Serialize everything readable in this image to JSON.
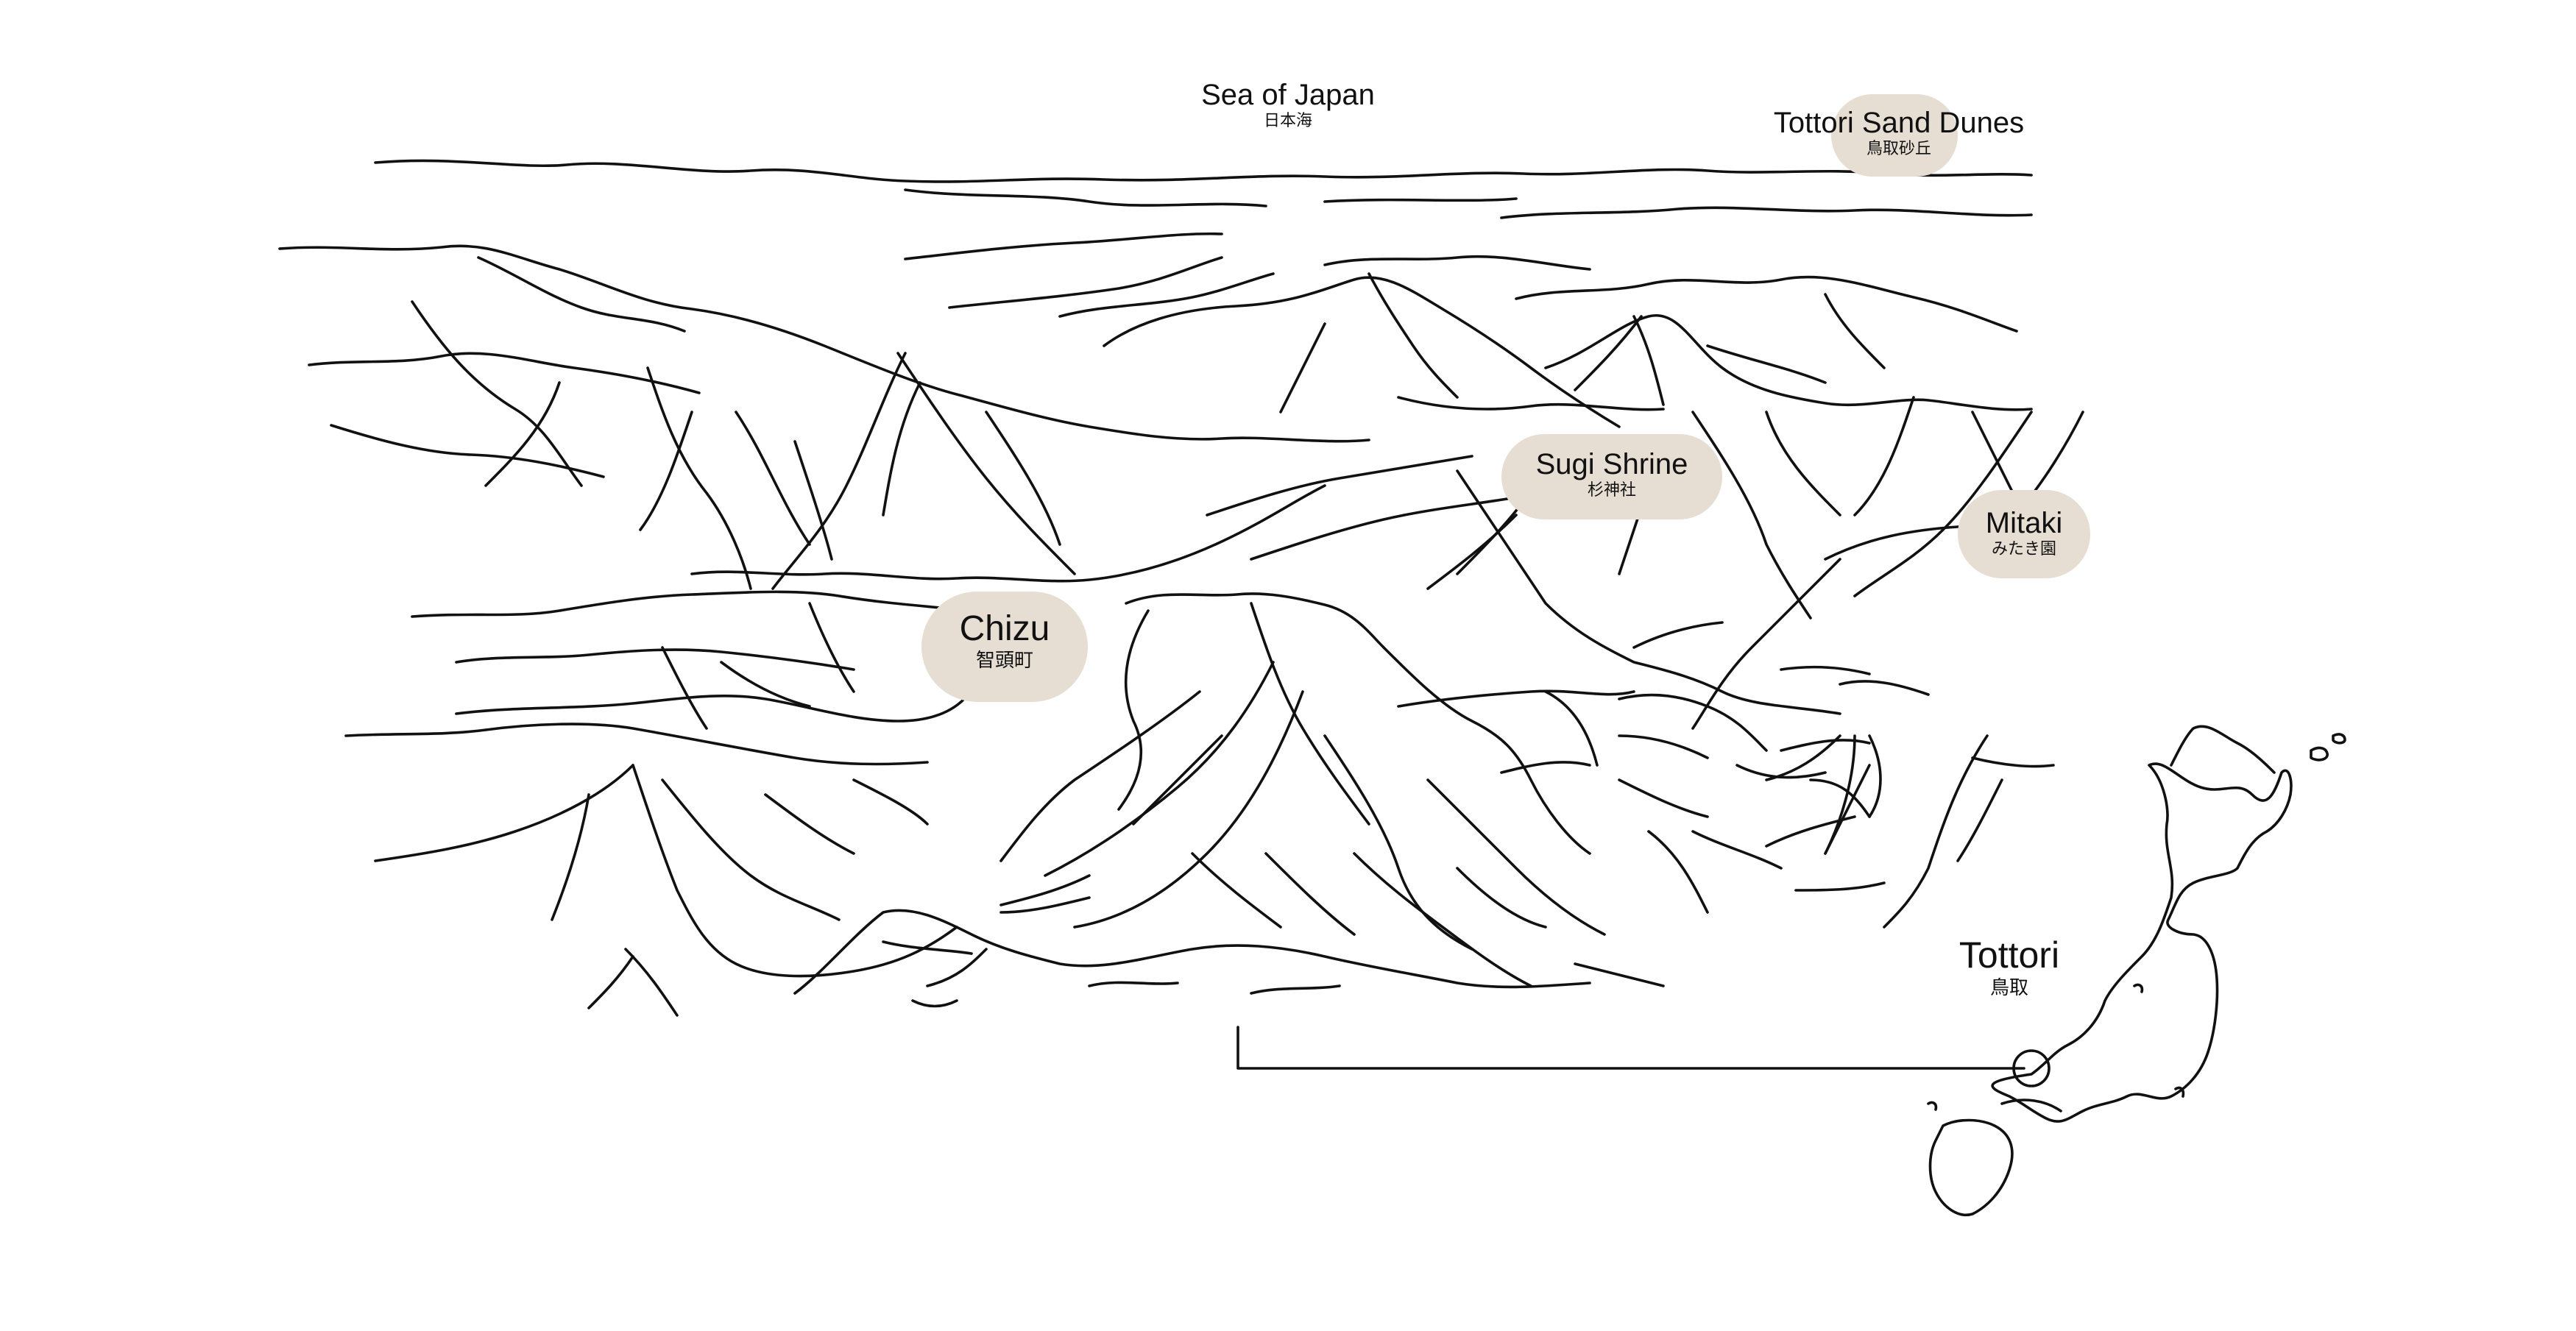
{
  "map": {
    "accent_color": "#e6ddd3",
    "line_color": "#111111",
    "region_marker_icon": "circle-marker-icon"
  },
  "labels": {
    "sea": {
      "en": "Sea of Japan",
      "ja": "日本海"
    },
    "sand_dunes": {
      "en": "Tottori Sand Dunes",
      "ja": "鳥取砂丘"
    },
    "sugi_shrine": {
      "en": "Sugi Shrine",
      "ja": "杉神社"
    },
    "mitaki": {
      "en": "Mitaki",
      "ja": "みたき園"
    },
    "chizu": {
      "en": "Chizu",
      "ja": "智頭町"
    },
    "tottori": {
      "en": "Tottori",
      "ja": "鳥取"
    }
  }
}
